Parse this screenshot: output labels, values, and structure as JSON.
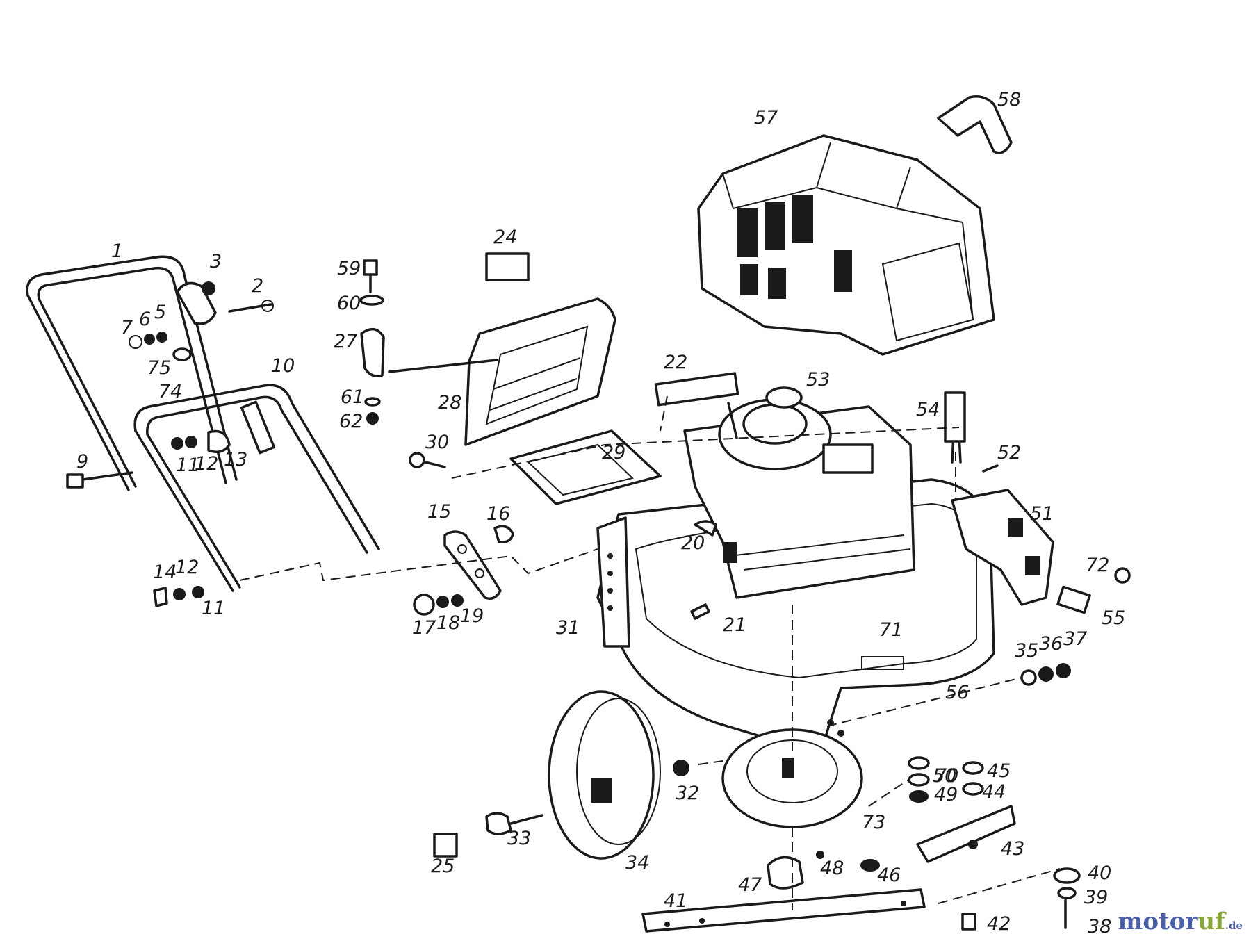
{
  "diagram": {
    "part_numbers": [
      "1",
      "2",
      "3",
      "5",
      "6",
      "7",
      "9",
      "10",
      "11",
      "12",
      "13",
      "14",
      "12",
      "11",
      "15",
      "16",
      "17",
      "18",
      "19",
      "20",
      "21",
      "22",
      "24",
      "25",
      "27",
      "28",
      "29",
      "30",
      "31",
      "32",
      "33",
      "34",
      "35",
      "36",
      "37",
      "38",
      "39",
      "40",
      "41",
      "42",
      "43",
      "44",
      "45",
      "46",
      "47",
      "48",
      "49",
      "50",
      "51",
      "52",
      "53",
      "54",
      "55",
      "56",
      "57",
      "58",
      "59",
      "60",
      "61",
      "62",
      "70",
      "71",
      "72",
      "73",
      "74",
      "75"
    ]
  },
  "watermark": {
    "brand_a": "motor",
    "brand_b": "uf",
    "brand_tld": ".de",
    "colors": {
      "primary": "#4a5fa8",
      "accent": "#8aa638"
    }
  }
}
